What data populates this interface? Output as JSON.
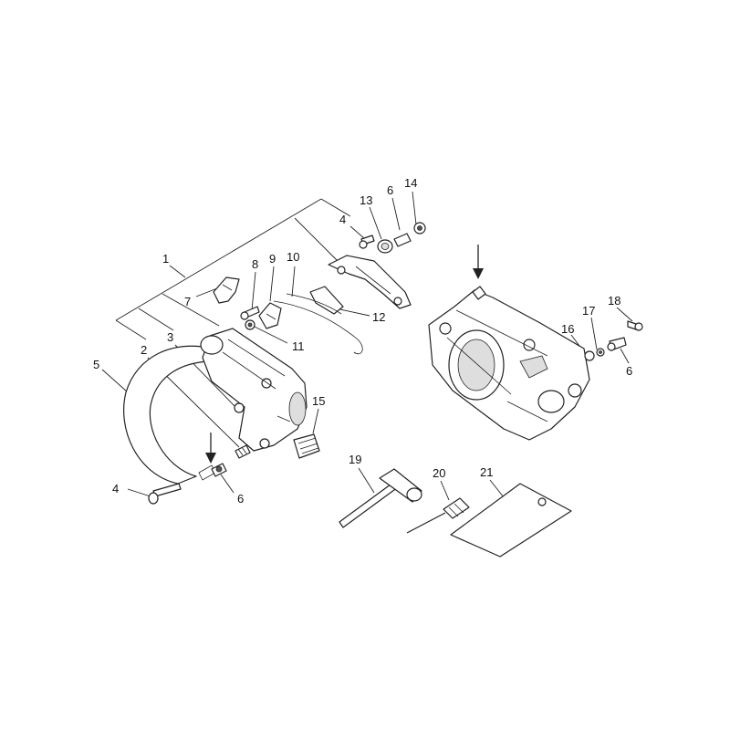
{
  "callouts": {
    "c1": "1",
    "c2": "2",
    "c3": "3",
    "c4a": "4",
    "c4b": "4",
    "c5": "5",
    "c6a": "6",
    "c6b": "6",
    "c6c": "6",
    "c7": "7",
    "c8": "8",
    "c9": "9",
    "c10": "10",
    "c11": "11",
    "c12": "12",
    "c13": "13",
    "c14": "14",
    "c15": "15",
    "c16": "16",
    "c17": "17",
    "c18": "18",
    "c19": "19",
    "c20": "20",
    "c21": "21"
  }
}
